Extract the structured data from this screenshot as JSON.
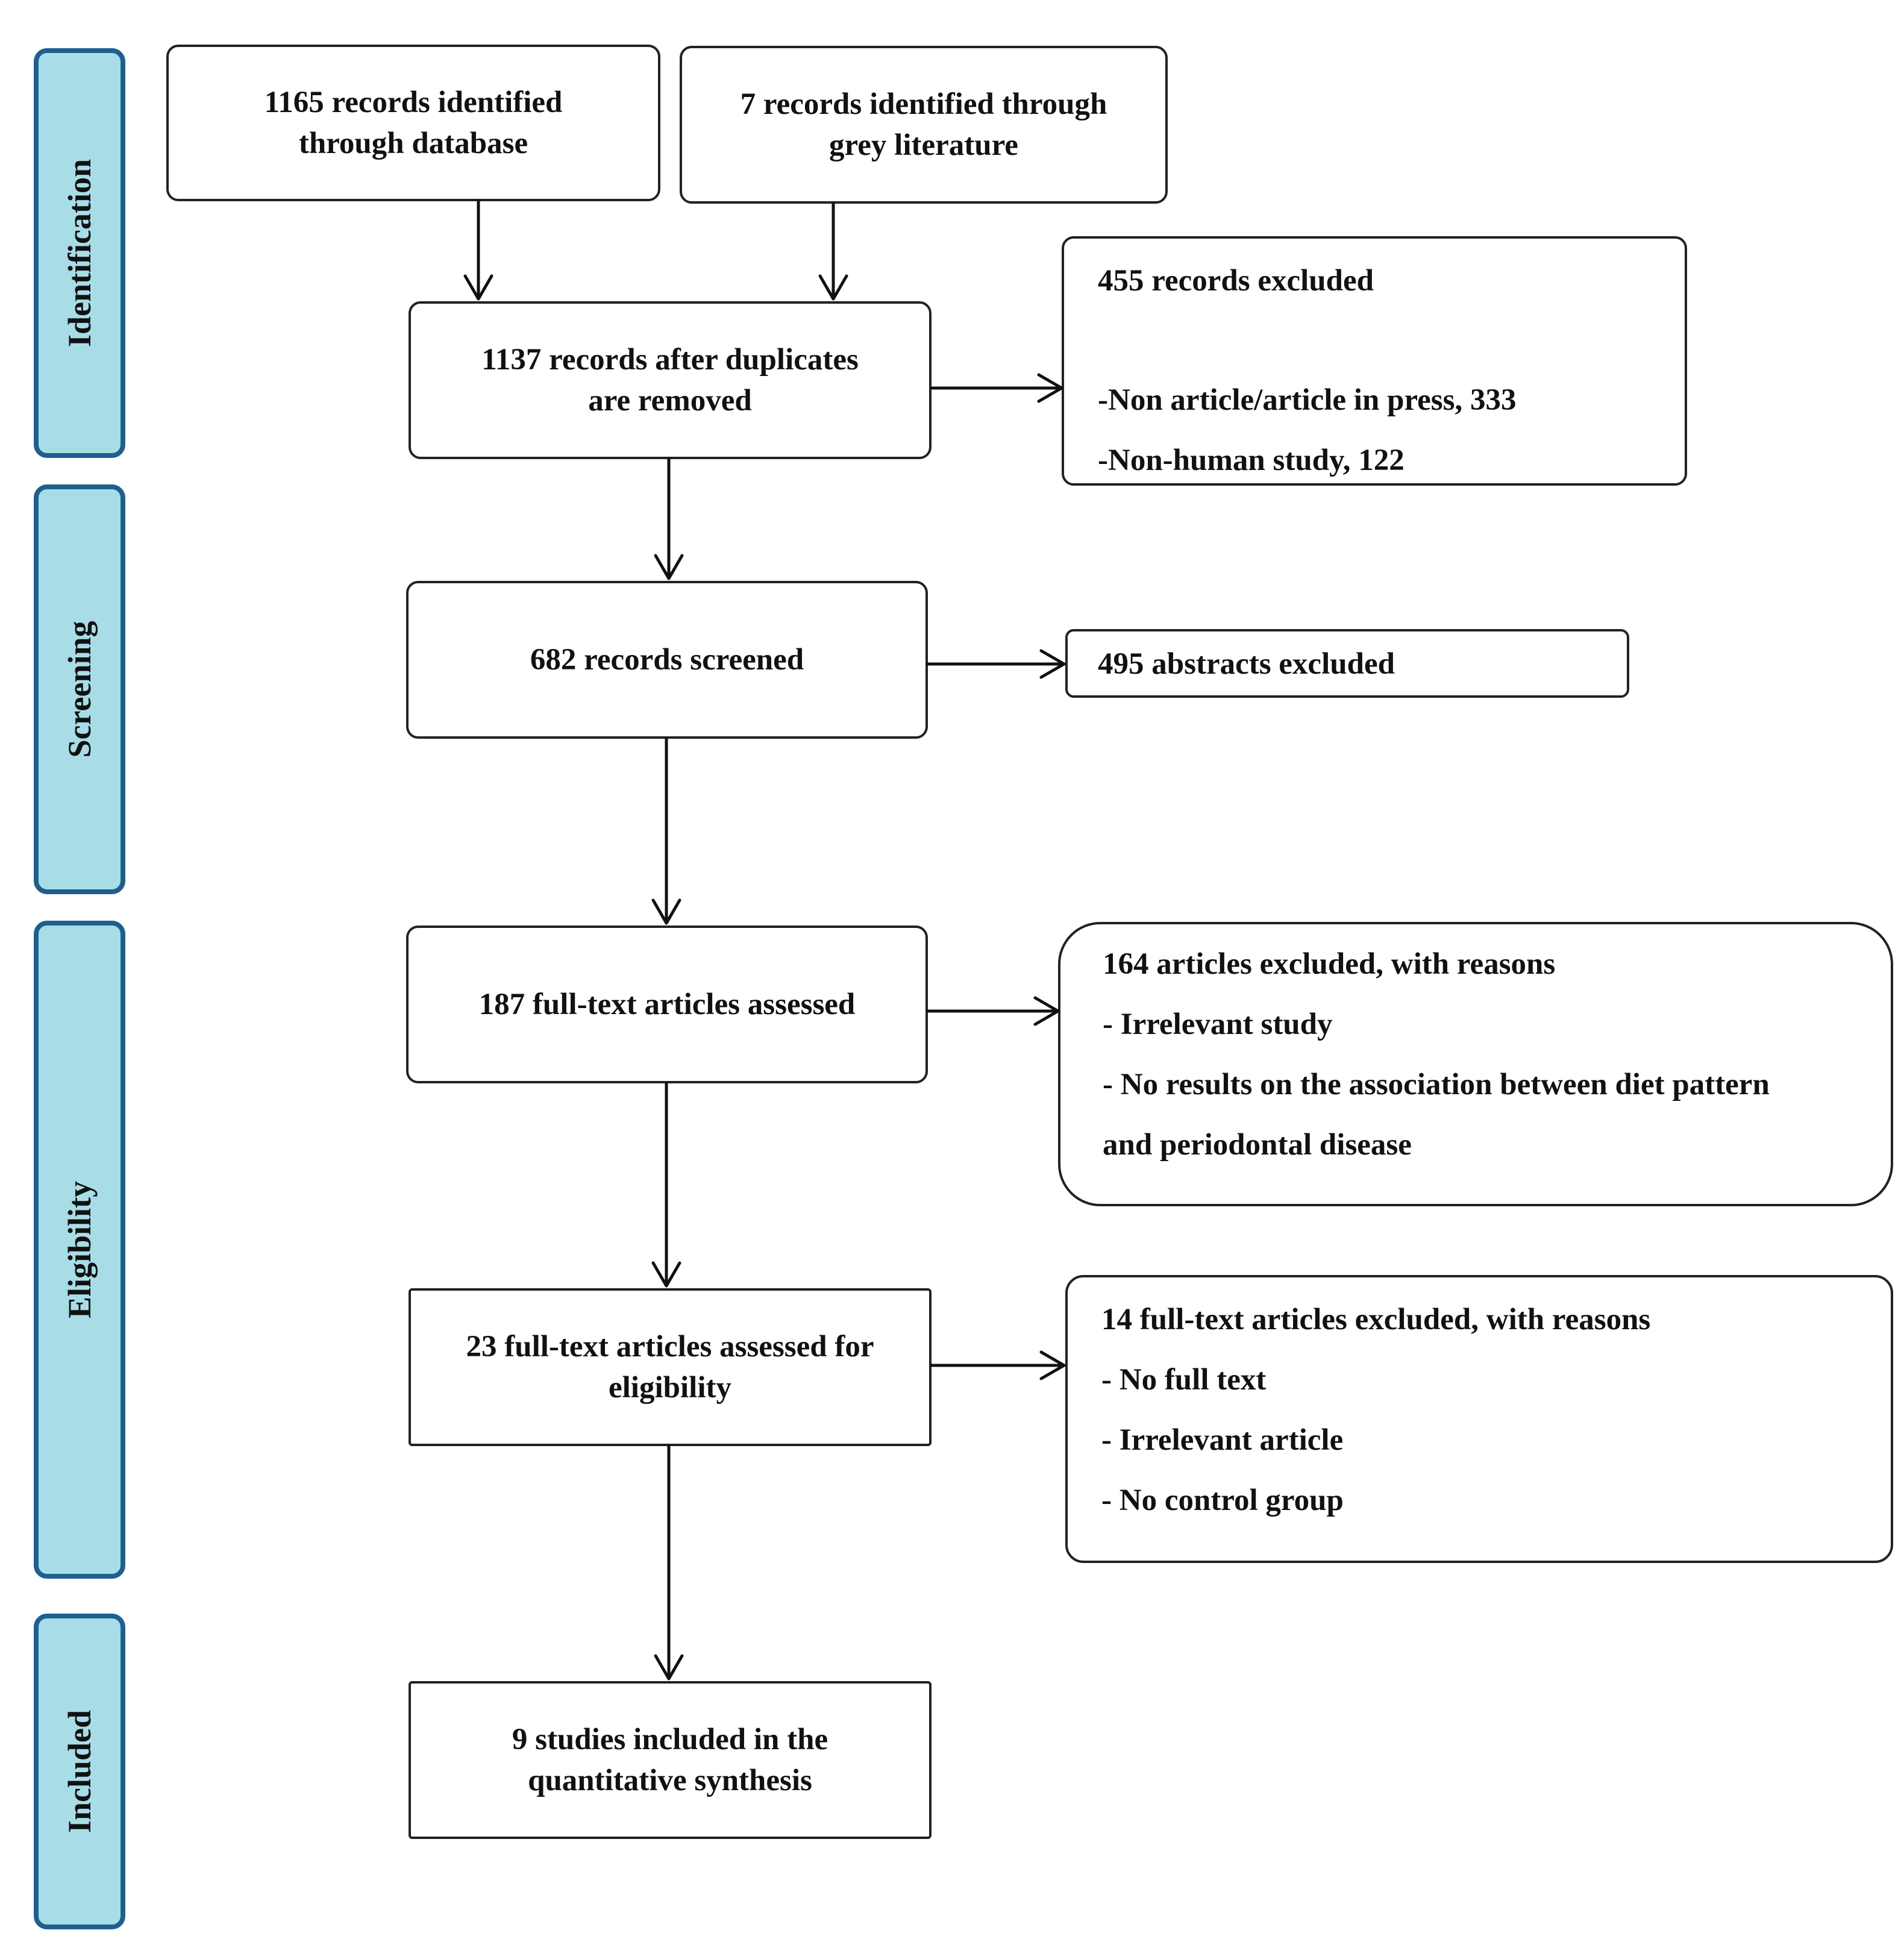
{
  "phases": {
    "identification": "Identification",
    "screening": "Screening",
    "eligibility": "Eligibility",
    "included": "Included"
  },
  "identification": {
    "database": [
      "1165 records identified",
      "through database"
    ],
    "grey": [
      "7 records identified through",
      "grey literature"
    ],
    "after_duplicates": [
      "1137 records after duplicates",
      "are removed"
    ],
    "excluded_title": "455 records excluded",
    "excluded_reason_1": "-Non article/article in press, 333",
    "excluded_reason_2": "-Non-human study, 122"
  },
  "screening": {
    "screened": "682 records screened",
    "excluded": "495 abstracts excluded"
  },
  "eligibility": {
    "full_text": "187 full-text articles assessed",
    "excluded_title": "164 articles excluded, with reasons",
    "excluded_reason_1": "- Irrelevant study",
    "excluded_reason_2": "- No results on the association between diet pattern",
    "excluded_reason_3": "and periodontal disease",
    "assessed": [
      "23 full-text articles assessed for",
      "eligibility"
    ],
    "ft_excluded_title": "14 full-text articles excluded, with reasons",
    "ft_excluded_reason_1": "- No full text",
    "ft_excluded_reason_2": "- Irrelevant article",
    "ft_excluded_reason_3": "- No control group"
  },
  "included": {
    "studies": [
      "9 studies included in the",
      "quantitative synthesis"
    ]
  }
}
